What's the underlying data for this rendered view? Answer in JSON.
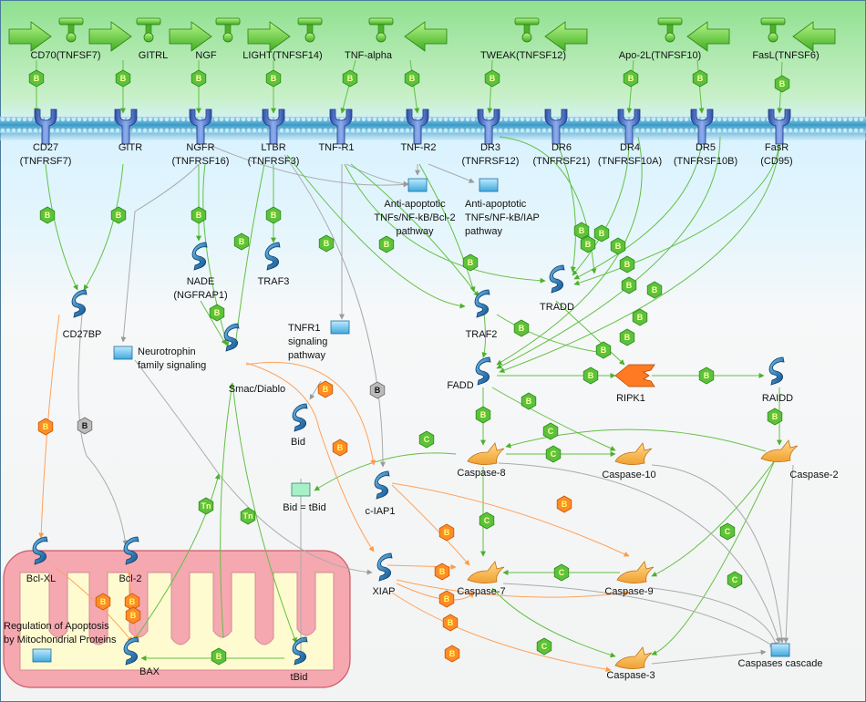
{
  "colors": {
    "green": "#5cc23c",
    "greenDark": "#2e8a14",
    "orange": "#ff8c28",
    "orangeDark": "#c45800",
    "gray": "#9a9a9a",
    "grayDark": "#6a6a6a",
    "receptor": "#4a6cc0",
    "protein": "#1f6fae",
    "box": "#5ab8e0"
  },
  "legend": {
    "B": "B",
    "C": "C",
    "Tn": "Tn"
  },
  "ligands": [
    "CD70(TNFSF7)",
    "GITRL",
    "NGF",
    "LIGHT(TNFSF14)",
    "TNF-alpha",
    "TWEAK(TNFSF12)",
    "Apo-2L(TNFSF10)",
    "FasL(TNFSF6)"
  ],
  "receptors": [
    {
      "name": "CD27",
      "alt": "(TNFRSF7)"
    },
    {
      "name": "GITR",
      "alt": ""
    },
    {
      "name": "NGFR",
      "alt": "(TNFRSF16)"
    },
    {
      "name": "LTBR",
      "alt": "(TNFRSF3)"
    },
    {
      "name": "TNF-R1",
      "alt": ""
    },
    {
      "name": "TNF-R2",
      "alt": ""
    },
    {
      "name": "DR3",
      "alt": "(TNFRSF12)"
    },
    {
      "name": "DR6",
      "alt": "(TNFRSF21)"
    },
    {
      "name": "DR4",
      "alt": "(TNFRSF10A)"
    },
    {
      "name": "DR5",
      "alt": "(TNFRSF10B)"
    },
    {
      "name": "FasR",
      "alt": "(CD95)"
    }
  ],
  "proteins": {
    "nade": "NADE",
    "nade_alt": "(NGFRAP1)",
    "traf3": "TRAF3",
    "cd27bp": "CD27BP",
    "smac": "Smac/Diablo",
    "bid": "Bid",
    "ciap1": "c-IAP1",
    "xiap": "XIAP",
    "tradd": "TRADD",
    "traf2": "TRAF2",
    "fadd": "FADD",
    "ripk1": "RIPK1",
    "raidd": "RAIDD",
    "bclxl": "Bcl-XL",
    "bcl2": "Bcl-2",
    "bax": "BAX",
    "tbid": "tBid"
  },
  "caspases": {
    "c8": "Caspase-8",
    "c10": "Caspase-10",
    "c2": "Caspase-2",
    "c7": "Caspase-7",
    "c9": "Caspase-9",
    "c3": "Caspase-3"
  },
  "boxes": {
    "anti1_l1": "Anti-apoptotic",
    "anti1_l2": "TNFs/NF-kB/Bcl-2",
    "anti1_l3": "pathway",
    "anti2_l1": "Anti-apoptotic",
    "anti2_l2": "TNFs/NF-kB/IAP",
    "anti2_l3": "pathway",
    "tnfr1_l1": "TNFR1",
    "tnfr1_l2": "signaling",
    "tnfr1_l3": "pathway",
    "neuro_l1": "Neurotrophin",
    "neuro_l2": "family signaling",
    "bidtbid": "Bid = tBid",
    "cascade": "Caspases cascade",
    "mito_l1": "Regulation of Apoptosis",
    "mito_l2": "by Mitochondrial Proteins"
  }
}
